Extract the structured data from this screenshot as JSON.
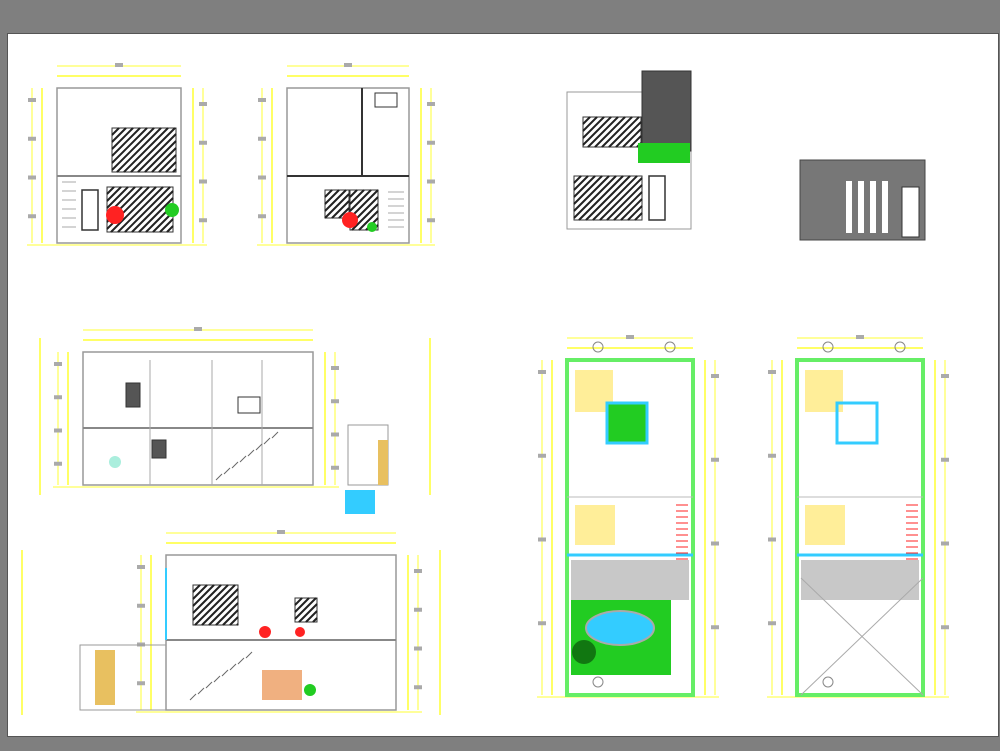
{
  "colors": {
    "background": "#7f7f7f",
    "sheet": "#ffffff",
    "dimension": "#ffff33",
    "wall": "#66ee66",
    "water": "#33ccff",
    "garden": "#22cc22",
    "furniture": "#ff2222",
    "hatch": "#222222",
    "line": "#b0b0b0",
    "wood": "#f0b080"
  },
  "drawings": [
    {
      "kind": "cross-section"
    },
    {
      "kind": "cross-section"
    },
    {
      "kind": "front-facade"
    },
    {
      "kind": "rear-facade"
    },
    {
      "kind": "longitudinal-section"
    },
    {
      "kind": "longitudinal-section"
    },
    {
      "kind": "ground-floor-plan"
    },
    {
      "kind": "upper-floor-plan"
    }
  ]
}
